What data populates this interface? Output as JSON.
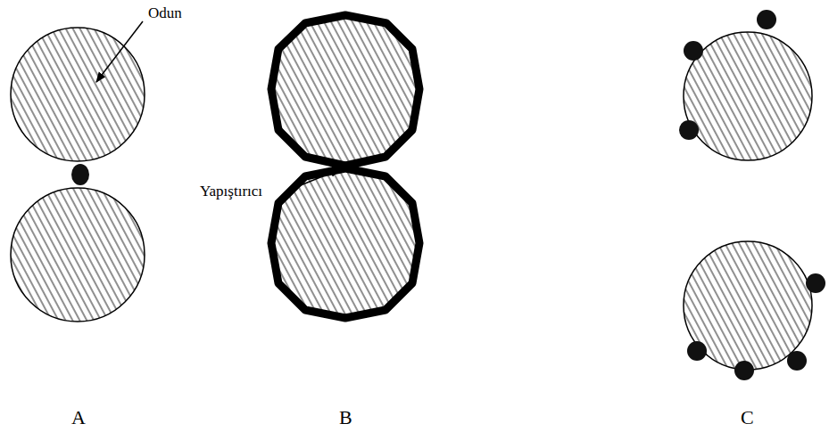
{
  "diagram": {
    "labels": [
      "Odun",
      "Yapıştırıcı",
      "A",
      "B",
      "C"
    ]
  }
}
